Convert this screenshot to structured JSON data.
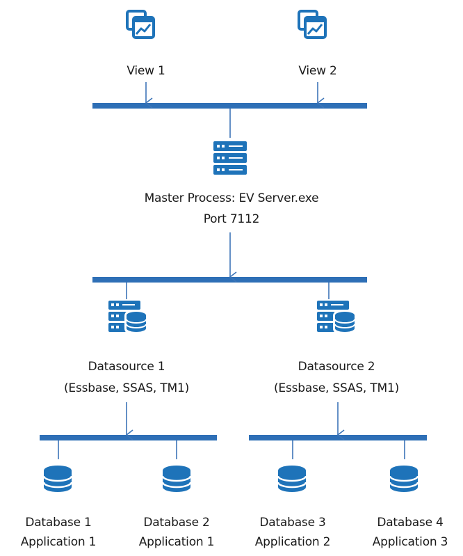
{
  "colors": {
    "accent": "#2e6fb6",
    "icon_fill": "#1e73b9",
    "line": "#3d75b8",
    "text": "#1a1a1a"
  },
  "views": [
    {
      "label": "View 1",
      "icon": "chart-window-icon"
    },
    {
      "label": "View 2",
      "icon": "chart-window-icon"
    }
  ],
  "master": {
    "icon": "server-icon",
    "title": "Master Process: EV Server.exe",
    "port": "Port 7112"
  },
  "datasources": [
    {
      "name": "Datasource 1",
      "types": "(Essbase, SSAS, TM1)",
      "icon": "server-database-icon"
    },
    {
      "name": "Datasource 2",
      "types": "(Essbase, SSAS, TM1)",
      "icon": "server-database-icon"
    }
  ],
  "databases": [
    {
      "database": "Database 1",
      "application": "Application 1",
      "icon": "database-icon"
    },
    {
      "database": "Database 2",
      "application": "Application 1",
      "icon": "database-icon"
    },
    {
      "database": "Database 3",
      "application": "Application 2",
      "icon": "database-icon"
    },
    {
      "database": "Database 4",
      "application": "Application 3",
      "icon": "database-icon"
    }
  ]
}
